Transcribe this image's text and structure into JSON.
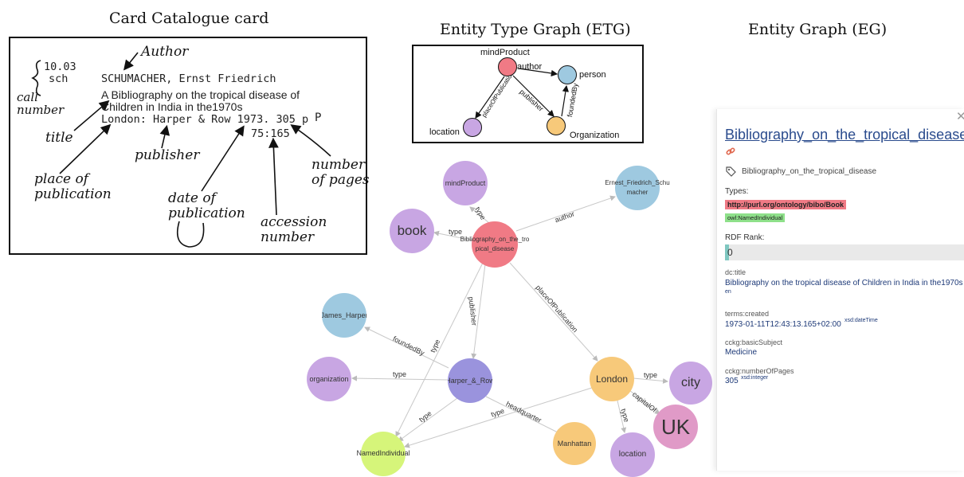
{
  "headings": {
    "card": "Card Catalogue card",
    "etg": "Entity Type Graph (ETG)",
    "eg": "Entity Graph (EG)"
  },
  "card": {
    "call_number_line1": "10.03",
    "call_number_line2": "sch",
    "author": "SCHUMACHER, Ernst Friedrich",
    "title_line1": "A Bibliography on the tropical disease of",
    "title_line2": "Children in India in the1970s",
    "publication_line": "London: Harper & Row 1973. 305 p",
    "letter_p": "P",
    "accession": "75:165",
    "annotations": {
      "author": "Author",
      "call_number": "call\nnumber",
      "title": "title",
      "publisher": "publisher",
      "place": "place of\npublication",
      "date": "date of\npublication",
      "accession": "accession\nnumber",
      "pages": "number\nof pages"
    }
  },
  "etg": {
    "nodes": [
      {
        "id": "mindProduct",
        "label": "mindProduct",
        "color": "#f07a85"
      },
      {
        "id": "person",
        "label": "person",
        "color": "#9ec9e0"
      },
      {
        "id": "location",
        "label": "location",
        "color": "#c8a6e3"
      },
      {
        "id": "organization",
        "label": "Organization",
        "color": "#f7c97a"
      }
    ],
    "edges": {
      "author": "author",
      "publisher": "publisher",
      "placeOfPublication": "placeOfPublication",
      "foundedBy": "foundedBy"
    }
  },
  "eg": {
    "nodes": {
      "book_main": "Bibliography_on_the_tro\npical_disease",
      "mindProduct": "mindProduct",
      "book": "book",
      "schumacher": "Ernest_Friedrich_Schu\nmacher",
      "james_harper": "James_Harper",
      "organization": "organization",
      "harper_row": "Harper_&_Row",
      "london": "London",
      "city": "city",
      "uk": "UK",
      "named_individual": "NamedIndividual",
      "manhattan": "Manhattan",
      "location": "location"
    },
    "edges": {
      "type": "type",
      "author": "author",
      "publisher": "publisher",
      "placeOfPublication": "placeOfPublication",
      "foundedBy": "foundedBy",
      "headquarter": "headquarter",
      "capitalOf": "capitalOf"
    },
    "colors": {
      "red": "#f07a85",
      "purple": "#c8a6e3",
      "blue": "#9ec9e0",
      "indigo": "#9a93dd",
      "orange": "#f7c97a",
      "pink": "#e09ac7",
      "green": "#d6f57a"
    }
  },
  "panel": {
    "close_icon": "close-icon",
    "title": "Bibliography_on_the_tropical_disease",
    "link_icon": "link-icon",
    "tag_icon": "tag-icon",
    "label": "Bibliography_on_the_tropical_disease",
    "types_label": "Types:",
    "type_badges": [
      {
        "text": "http://purl.org/ontology/bibo/Book",
        "color": "#f07a85"
      },
      {
        "text": "owl:NamedIndividual",
        "color": "#8ee08a"
      }
    ],
    "rdf_rank_label": "RDF Rank:",
    "rdf_rank_value": "0",
    "properties": {
      "title_key": "dc:title",
      "title_value": "Bibliography on the tropical disease of Children in India in the1970s",
      "title_lang": "en",
      "created_key": "terms:created",
      "created_value": "1973-01-11T12:43:13.165+02:00",
      "created_type": "xsd:dateTime",
      "subject_key": "cckg:basicSubject",
      "subject_value": "Medicine",
      "pages_key": "cckg:numberOfPages",
      "pages_value": "305",
      "pages_type": "xsd:integer"
    }
  }
}
